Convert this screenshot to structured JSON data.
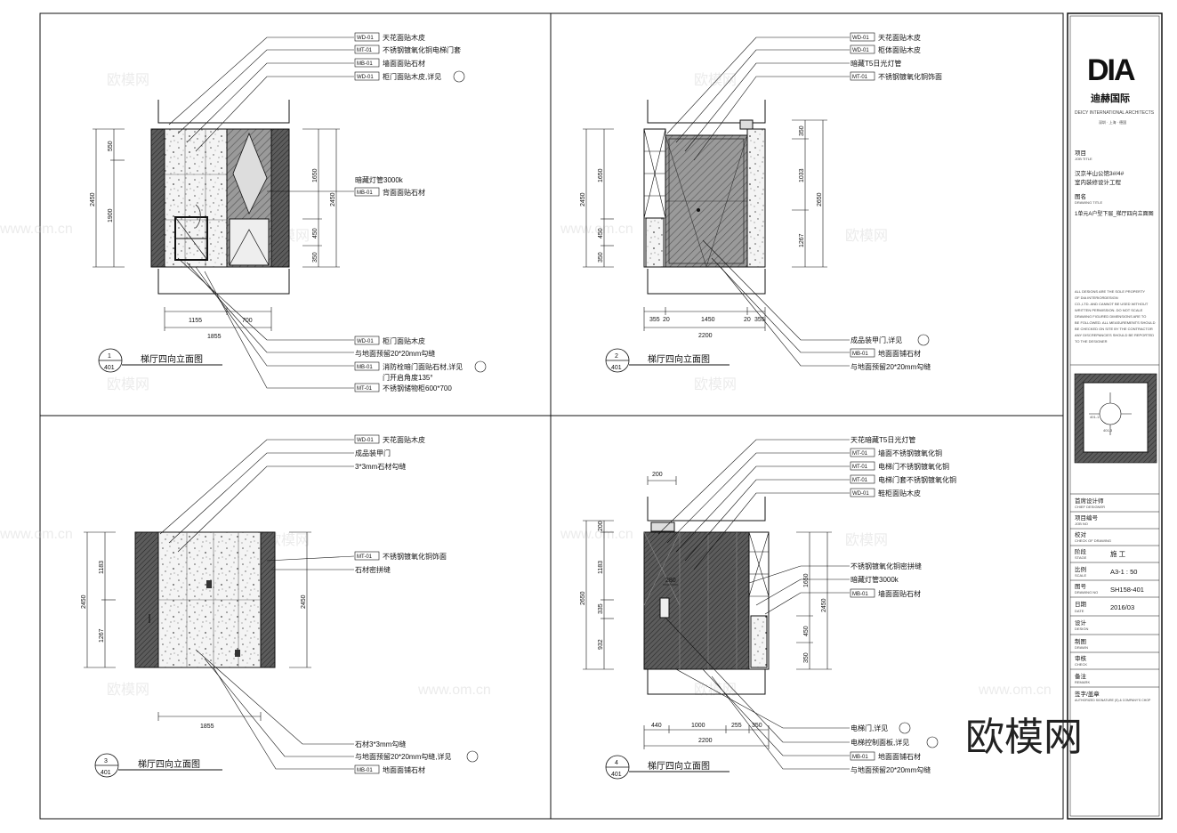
{
  "watermark": {
    "site": "欧模网",
    "url": "www.om.cn",
    "big": "欧模网"
  },
  "elevations": [
    {
      "id": "1",
      "sheet": "401",
      "title": "梯厅四向立面图",
      "top_notes": [
        {
          "tag": "WD-01",
          "text": "天花面贴木皮"
        },
        {
          "tag": "MT-01",
          "text": "不锈钢镀氧化铜电梯门套"
        },
        {
          "tag": "MB-01",
          "text": "墙面面贴石材"
        },
        {
          "tag": "WD-01",
          "text": "柜门面贴木皮,详见"
        }
      ],
      "mid_notes": [
        {
          "tag": "",
          "text": "暗藏灯管3000k"
        },
        {
          "tag": "MB-01",
          "text": "背面面贴石材"
        }
      ],
      "bottom_notes": [
        {
          "tag": "WD-01",
          "text": "柜门面贴木皮"
        },
        {
          "tag": "",
          "text": "与地面预留20*20mm勾缝"
        },
        {
          "tag": "MB-01",
          "text": "消防栓暗门面贴石材,详见"
        },
        {
          "tag": "",
          "text": "门开启角度135°"
        },
        {
          "tag": "MT-01",
          "text": " 不锈钢储物柜600*700"
        }
      ],
      "dims_left": [
        "2450",
        "550",
        "1900"
      ],
      "dims_right": [
        "2450",
        "1650",
        "450",
        "350"
      ],
      "dims_bottom": [
        "1155",
        "700",
        "1855"
      ]
    },
    {
      "id": "2",
      "sheet": "401",
      "title": "梯厅四向立面图",
      "top_notes": [
        {
          "tag": "WD-01",
          "text": "天花面贴木皮"
        },
        {
          "tag": "WD-01",
          "text": "柜体面贴木皮"
        },
        {
          "tag": "",
          "text": "暗藏T5日光灯管"
        },
        {
          "tag": "MT-01",
          "text": "不锈钢镀氧化铜饰面"
        }
      ],
      "bottom_notes": [
        {
          "tag": "",
          "text": "成品装甲门,详见"
        },
        {
          "tag": "MB-01",
          "text": "地面面铺石材"
        },
        {
          "tag": "",
          "text": "与地面预留20*20mm勾缝"
        }
      ],
      "dims_left": [
        "2450",
        "1650",
        "450",
        "350"
      ],
      "dims_right": [
        "2650",
        "350",
        "1033",
        "1267"
      ],
      "dims_bottom": [
        "355",
        "20",
        "1450",
        "20",
        "355",
        "2200"
      ]
    },
    {
      "id": "3",
      "sheet": "401",
      "title": "梯厅四向立面图",
      "top_notes": [
        {
          "tag": "WD-01",
          "text": "天花面贴木皮"
        },
        {
          "tag": "",
          "text": "成品装甲门"
        },
        {
          "tag": "",
          "text": "3*3mm石材勾缝"
        }
      ],
      "mid_notes": [
        {
          "tag": "MT-01",
          "text": "不锈钢镀氧化铜饰面"
        },
        {
          "tag": "",
          "text": "石材密拼缝"
        }
      ],
      "bottom_notes": [
        {
          "tag": "",
          "text": "石材3*3mm勾缝"
        },
        {
          "tag": "",
          "text": "与地面预留20*20mm勾缝,详见"
        },
        {
          "tag": "MB-01",
          "text": "地面面铺石材"
        }
      ],
      "dims_left": [
        "2450",
        "1183",
        "1267"
      ],
      "dims_right": [
        "2450"
      ],
      "dims_bottom": [
        "1855"
      ]
    },
    {
      "id": "4",
      "sheet": "401",
      "title": "梯厅四向立面图",
      "top_notes": [
        {
          "tag": "",
          "text": "天花暗藏T5日光灯管"
        },
        {
          "tag": "MT-01",
          "text": "墙面不锈钢镀氧化铜"
        },
        {
          "tag": "MT-01",
          "text": "电梯门不锈钢镀氧化铜"
        },
        {
          "tag": "MT-01",
          "text": "电梯门套不锈钢镀氧化铜"
        },
        {
          "tag": "WD-01",
          "text": "鞋柜面贴木皮"
        }
      ],
      "mid_notes": [
        {
          "tag": "",
          "text": "不锈钢镀氧化铜密拼缝"
        },
        {
          "tag": "",
          "text": "暗藏灯管3000k"
        },
        {
          "tag": "MB-01",
          "text": "墙面面贴石材"
        }
      ],
      "bottom_notes": [
        {
          "tag": "",
          "text": "电梯门,详见"
        },
        {
          "tag": "",
          "text": "电梯控制面板,详见"
        },
        {
          "tag": "MB-01",
          "text": "地面面铺石材"
        },
        {
          "tag": "",
          "text": "与地面预留20*20mm勾缝"
        }
      ],
      "dims_left": [
        "2650",
        "200",
        "1183",
        "335",
        "932"
      ],
      "dims_right": [
        "2450",
        "1650",
        "450",
        "350"
      ],
      "dims_bottom": [
        "440",
        "1000",
        "255",
        "350",
        "2200"
      ],
      "dims_top": [
        "200"
      ],
      "dims_inner": [
        "280"
      ]
    }
  ],
  "titleblock": {
    "logo": "DIA",
    "logo_cn": "迪赫国际",
    "company": "DEICY INTERNATIONAL ARCHITECTS",
    "cities": "深圳 · 上海 · 德国",
    "project_label": "项目",
    "project_label_en": "JOB TITLE",
    "project_name_1": "汉京半山公馆3#/4#",
    "project_name_2": "室内装修设计工程",
    "drawing_label": "图名",
    "drawing_label_en": "DRAWING TITLE",
    "drawing_name": "1单元A户型下层_梯厅四向立面图",
    "disclaimer": [
      "ALL DESIGNS ARE THE SOLE PROPERTY",
      "OF DIA INTERIORDESIGN",
      "CO.,LTD. AND CANNOT BE USED WITHOUT",
      "WRITTEN PERMISSION. DO NOT SCALE",
      "DRAWING FIGURED DIMENSIONS ARE TO",
      "BE FOLLOWED. ALL MEASUREMENTS SHOULD",
      "BE CHECKED ON SITE BY THE CONTRACTOR",
      "ANY DISCREPANCIES SHOULD BE REPORTED",
      "TO THE DESIGNER"
    ],
    "keyplan_label": "401-3",
    "keyplan_a": "401-1",
    "rows": [
      {
        "cn": "首席设计师",
        "en": "CHIEF DESIGNER",
        "value": ""
      },
      {
        "cn": "项目编号",
        "en": "JOB NO",
        "value": ""
      },
      {
        "cn": "校对",
        "en": "CHECK OF DRAWING",
        "value": ""
      },
      {
        "cn": "阶段",
        "en": "STAGE",
        "value": "施 工"
      },
      {
        "cn": "比例",
        "en": "SCALE",
        "value": "A3-1 : 50"
      },
      {
        "cn": "图号",
        "en": "DRAWING NO",
        "value": "SH158-401"
      },
      {
        "cn": "日期",
        "en": "DATE",
        "value": "2016/03"
      },
      {
        "cn": "设计",
        "en": "DESIGN",
        "value": ""
      },
      {
        "cn": "制图",
        "en": "DRAWN",
        "value": ""
      },
      {
        "cn": "审核",
        "en": "CHECK",
        "value": ""
      },
      {
        "cn": "备注",
        "en": "REMARK",
        "value": ""
      },
      {
        "cn": "签字/盖章",
        "en": "AUTHORIZED SIGNATURE (S) & COMPANY'S CHOP",
        "value": ""
      }
    ]
  }
}
